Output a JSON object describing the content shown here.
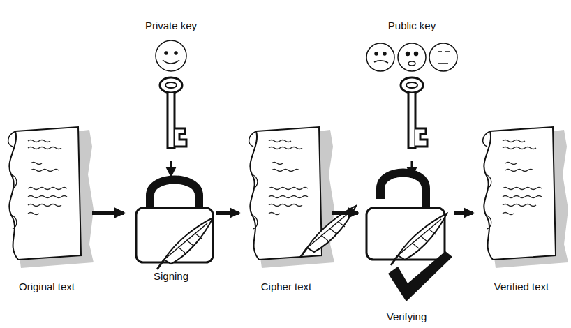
{
  "diagram": {
    "nodes": [
      {
        "text": [
          "Private key"
        ]
      },
      {
        "text": [
          "Public key"
        ]
      },
      {
        "text": [
          "Original text"
        ]
      },
      {
        "text": [
          "Signing"
        ]
      },
      {
        "text": [
          "Cipher text"
        ]
      },
      {
        "text": [
          "Verifying"
        ]
      },
      {
        "text": [
          "Verified text"
        ]
      }
    ],
    "edges": [
      {
        "from": 0,
        "to": 3,
        "arrow": "to"
      },
      {
        "from": 1,
        "to": 5,
        "arrow": "to"
      },
      {
        "from": 2,
        "to": 3,
        "arrow": "to"
      },
      {
        "from": 3,
        "to": 4,
        "arrow": "to"
      },
      {
        "from": 4,
        "to": 5,
        "arrow": "to"
      },
      {
        "from": 5,
        "to": 6,
        "arrow": "to"
      }
    ]
  }
}
